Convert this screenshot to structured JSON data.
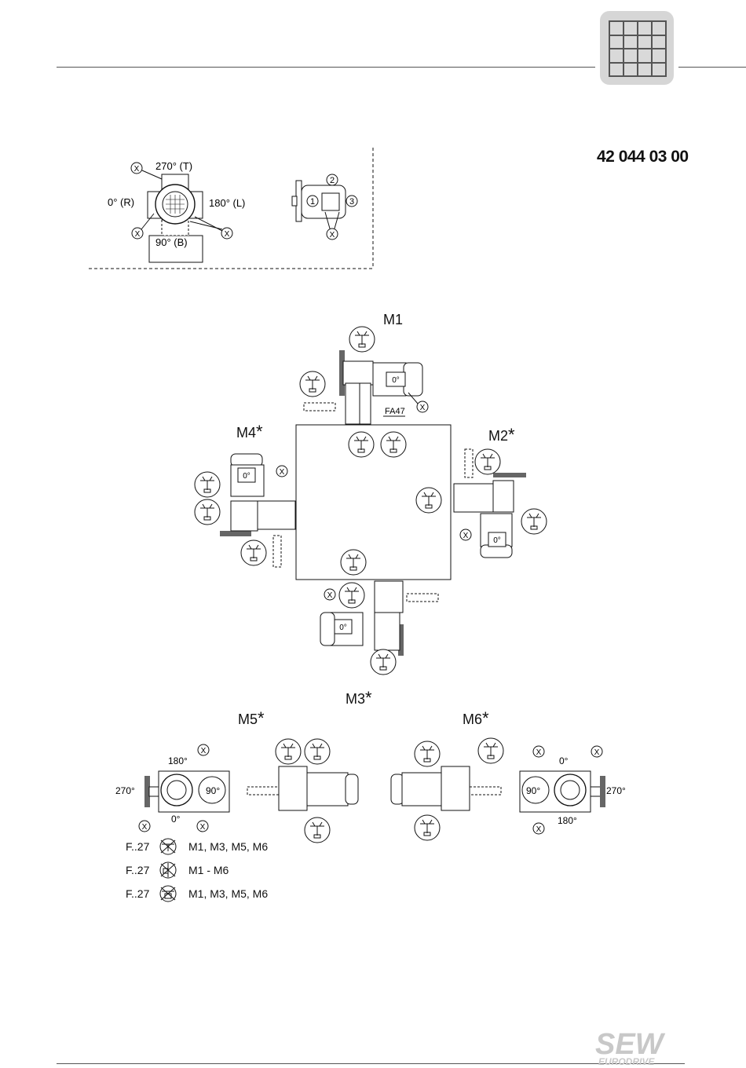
{
  "document": {
    "number": "42 044 03 00"
  },
  "top_detail": {
    "angles": {
      "top": "270° (T)",
      "left": "0° (R)",
      "right": "180° (L)",
      "bottom": "90° (B)"
    },
    "vent_marker": "X",
    "positions": [
      "1",
      "2",
      "3"
    ]
  },
  "mounting_positions": {
    "m1": "M1",
    "m2": "M2",
    "m3": "M3",
    "m4": "M4",
    "m5": "M5",
    "m6": "M6",
    "star": "*",
    "motor_angle": "0°",
    "type_label": "FA47"
  },
  "m5_detail": {
    "a270": "270°",
    "a180": "180°",
    "a90": "90°",
    "a0": "0°"
  },
  "m6_detail": {
    "a0": "0°",
    "a90": "90°",
    "a180": "180°",
    "a270": "270°"
  },
  "legend": [
    {
      "prefix": "F..27",
      "icon": "crossed-breather-icon",
      "value": "M1, M3, M5, M6"
    },
    {
      "prefix": "F..27",
      "icon": "crossed-level-plug-icon",
      "value": "M1 - M6"
    },
    {
      "prefix": "F..27",
      "icon": "crossed-drain-plug-icon",
      "value": "M1, M3, M5, M6"
    }
  ],
  "brand": {
    "name": "SEW",
    "sub": "EURODRIVE",
    "color": "#c8c8c8"
  }
}
